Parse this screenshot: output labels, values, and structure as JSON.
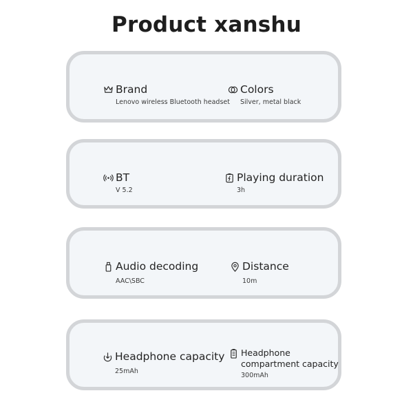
{
  "page": {
    "title": "Product xanshu"
  },
  "specs": {
    "brand": {
      "label": "Brand",
      "value": "Lenovo wireless Bluetooth headset",
      "icon": "crown-icon"
    },
    "colors": {
      "label": "Colors",
      "value": "Silver, metal black",
      "icon": "color-circles-icon"
    },
    "bt": {
      "label": "BT",
      "value": "V 5.2",
      "icon": "bluetooth-signal-icon"
    },
    "playing": {
      "label": "Playing duration",
      "value": "3h",
      "icon": "battery-charge-icon"
    },
    "audio": {
      "label": "Audio decoding",
      "value": "AAC\\SBC",
      "icon": "usb-drive-icon"
    },
    "distance": {
      "label": "Distance",
      "value": "10m",
      "icon": "location-pin-icon"
    },
    "headphone_capacity": {
      "label": "Headphone capacity",
      "value": "25mAh",
      "icon": "download-circle-icon"
    },
    "compartment_capacity": {
      "label": "Headphone compartment capacity",
      "value": "300mAh",
      "icon": "battery-icon"
    }
  },
  "colors": {
    "card_bg": "#f3f6f9",
    "card_border": "#d3d5d8",
    "text": "#2b2b2b"
  }
}
